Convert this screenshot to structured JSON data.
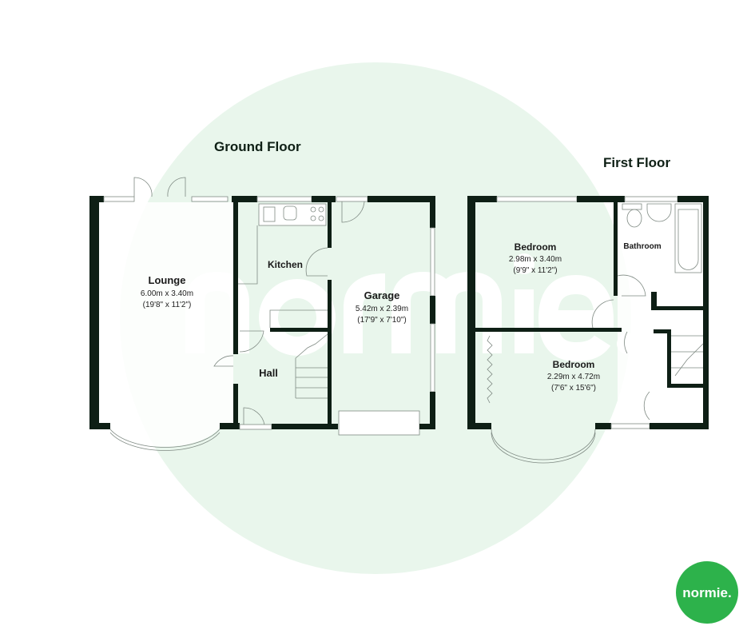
{
  "watermark": {
    "text": "normie.",
    "circle_color": "#e9f6ec"
  },
  "floors": [
    {
      "title": "Ground Floor",
      "rooms": [
        {
          "name": "Lounge",
          "metric": "6.00m x 3.40m",
          "imperial": "(19'8\" x 11'2\")"
        },
        {
          "name": "Kitchen"
        },
        {
          "name": "Garage",
          "metric": "5.42m x 2.39m",
          "imperial": "(17'9\" x 7'10\")"
        },
        {
          "name": "Hall"
        }
      ]
    },
    {
      "title": "First Floor",
      "rooms": [
        {
          "name": "Bedroom",
          "metric": "2.98m x 3.40m",
          "imperial": "(9'9\" x 11'2\")"
        },
        {
          "name": "Bathroom"
        },
        {
          "name": "Bedroom",
          "metric": "2.29m x 4.72m",
          "imperial": "(7'6\" x 15'6\")"
        }
      ]
    }
  ],
  "logo": {
    "text": "normie.",
    "color": "#2db24b"
  },
  "colors": {
    "wall": "#0e1f15"
  }
}
